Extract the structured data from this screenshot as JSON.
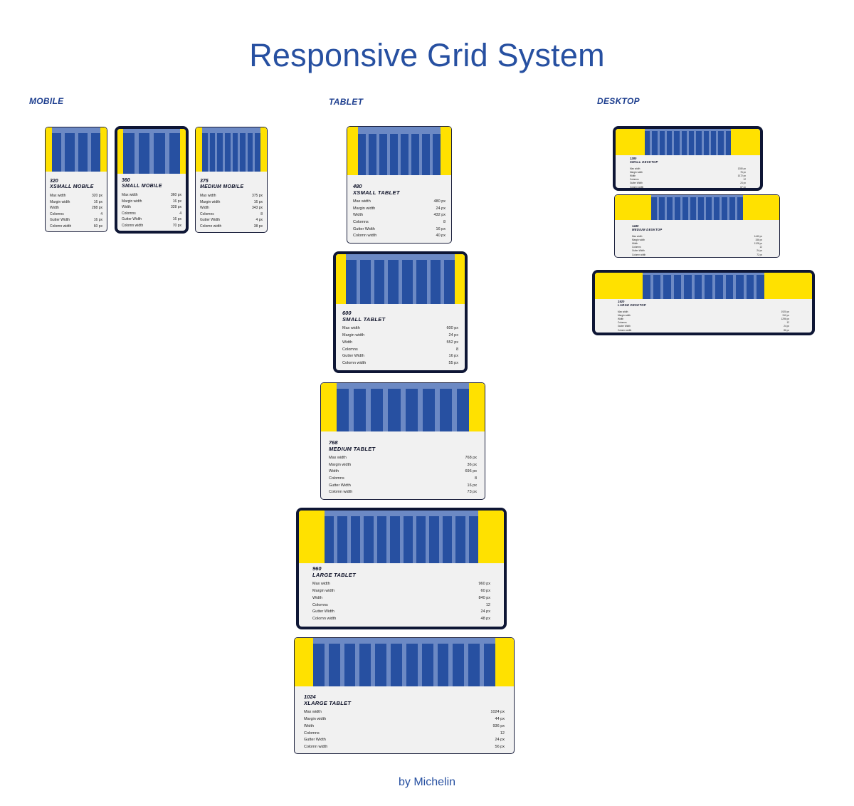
{
  "title": "Responsive Grid System",
  "footer": "by Michelin",
  "colors": {
    "title": "#2750a1",
    "margin": "#ffe100",
    "column": "#2750a1",
    "gutter": "#6c89c4",
    "card_bg": "#f1f1f1",
    "border": "#0e1635"
  },
  "sections": {
    "mobile": "MOBILE",
    "tablet": "TABLET",
    "desktop": "DESKTOP"
  },
  "row_labels": {
    "max_width": "Max width",
    "margin_width": "Margin width",
    "width": "Width",
    "columns": "Colomns",
    "gutter_width": "Gutter Width",
    "column_width": "Colomn width"
  },
  "cards": [
    {
      "id": "xsmall-mobile",
      "group": "mobile",
      "breakpoint": "320",
      "name": "XSMALL MOBILE",
      "selected": false,
      "columns_count": 4,
      "margin_ratio": 0.05,
      "max_width": "320 px",
      "margin_width": "16 px",
      "width": "288 px",
      "columns": "4",
      "gutter_width": "16 px",
      "column_width": "60 px"
    },
    {
      "id": "small-mobile",
      "group": "mobile",
      "breakpoint": "360",
      "name": "SMALL MOBILE",
      "selected": true,
      "columns_count": 4,
      "margin_ratio": 0.044,
      "max_width": "360 px",
      "margin_width": "16 px",
      "width": "328 px",
      "columns": "4",
      "gutter_width": "16 px",
      "column_width": "70 px"
    },
    {
      "id": "medium-mobile",
      "group": "mobile",
      "breakpoint": "375",
      "name": "MEDIUM MOBILE",
      "selected": false,
      "columns_count": 8,
      "margin_ratio": 0.043,
      "max_width": "375 px",
      "margin_width": "16 px",
      "width": "343 px",
      "columns": "8",
      "gutter_width": "4 px",
      "column_width": "38 px"
    },
    {
      "id": "xsmall-tablet",
      "group": "tablet",
      "breakpoint": "480",
      "name": "XSMALL TABLET",
      "selected": false,
      "columns_count": 8,
      "margin_ratio": 0.05,
      "max_width": "480 px",
      "margin_width": "24 px",
      "width": "432 px",
      "columns": "8",
      "gutter_width": "16 px",
      "column_width": "40 px"
    },
    {
      "id": "small-tablet",
      "group": "tablet",
      "breakpoint": "600",
      "name": "SMALL TABLET",
      "selected": true,
      "columns_count": 8,
      "margin_ratio": 0.04,
      "max_width": "600 px",
      "margin_width": "24 px",
      "width": "552 px",
      "columns": "8",
      "gutter_width": "16 px",
      "column_width": "55 px"
    },
    {
      "id": "medium-tablet",
      "group": "tablet",
      "breakpoint": "768",
      "name": "MEDIUM TABLET",
      "selected": false,
      "columns_count": 8,
      "margin_ratio": 0.047,
      "max_width": "768 px",
      "margin_width": "36 px",
      "width": "696 px",
      "columns": "8",
      "gutter_width": "16 px",
      "column_width": "73 px"
    },
    {
      "id": "large-tablet",
      "group": "tablet",
      "breakpoint": "960",
      "name": "LARGE TABLET",
      "selected": true,
      "columns_count": 12,
      "margin_ratio": 0.0625,
      "max_width": "960 px",
      "margin_width": "60 px",
      "width": "840 px",
      "columns": "12",
      "gutter_width": "24 px",
      "column_width": "48 px"
    },
    {
      "id": "xlarge-tablet",
      "group": "tablet",
      "breakpoint": "1024",
      "name": "XLARGE TABLET",
      "selected": false,
      "columns_count": 12,
      "margin_ratio": 0.043,
      "max_width": "1024 px",
      "margin_width": "44 px",
      "width": "936 px",
      "columns": "12",
      "gutter_width": "24 px",
      "column_width": "56 px"
    },
    {
      "id": "small-desktop",
      "group": "desktop",
      "breakpoint": "1280",
      "name": "SMALL DESKTOP",
      "selected": true,
      "columns_count": 12,
      "margin_ratio": 0.1,
      "max_width": "1280 px",
      "margin_width": "76 px",
      "width": "1072 px",
      "columns": "12",
      "gutter_width": "24 px",
      "column_width": "67 px"
    },
    {
      "id": "medium-desktop",
      "group": "desktop",
      "breakpoint": "1440",
      "name": "MEDIUM DESKTOP",
      "selected": false,
      "columns_count": 12,
      "margin_ratio": 0.11,
      "max_width": "1440 px",
      "margin_width": "156 px",
      "width": "1128 px",
      "columns": "12",
      "gutter_width": "24 px",
      "column_width": "72 px"
    },
    {
      "id": "large-desktop",
      "group": "desktop",
      "breakpoint": "1920",
      "name": "LARGE DESKTOP",
      "selected": true,
      "columns_count": 12,
      "margin_ratio": 0.11,
      "max_width": "1920 px",
      "margin_width": "312 px",
      "width": "1296 px",
      "columns": "12",
      "gutter_width": "24 px",
      "column_width": "86 px"
    }
  ]
}
